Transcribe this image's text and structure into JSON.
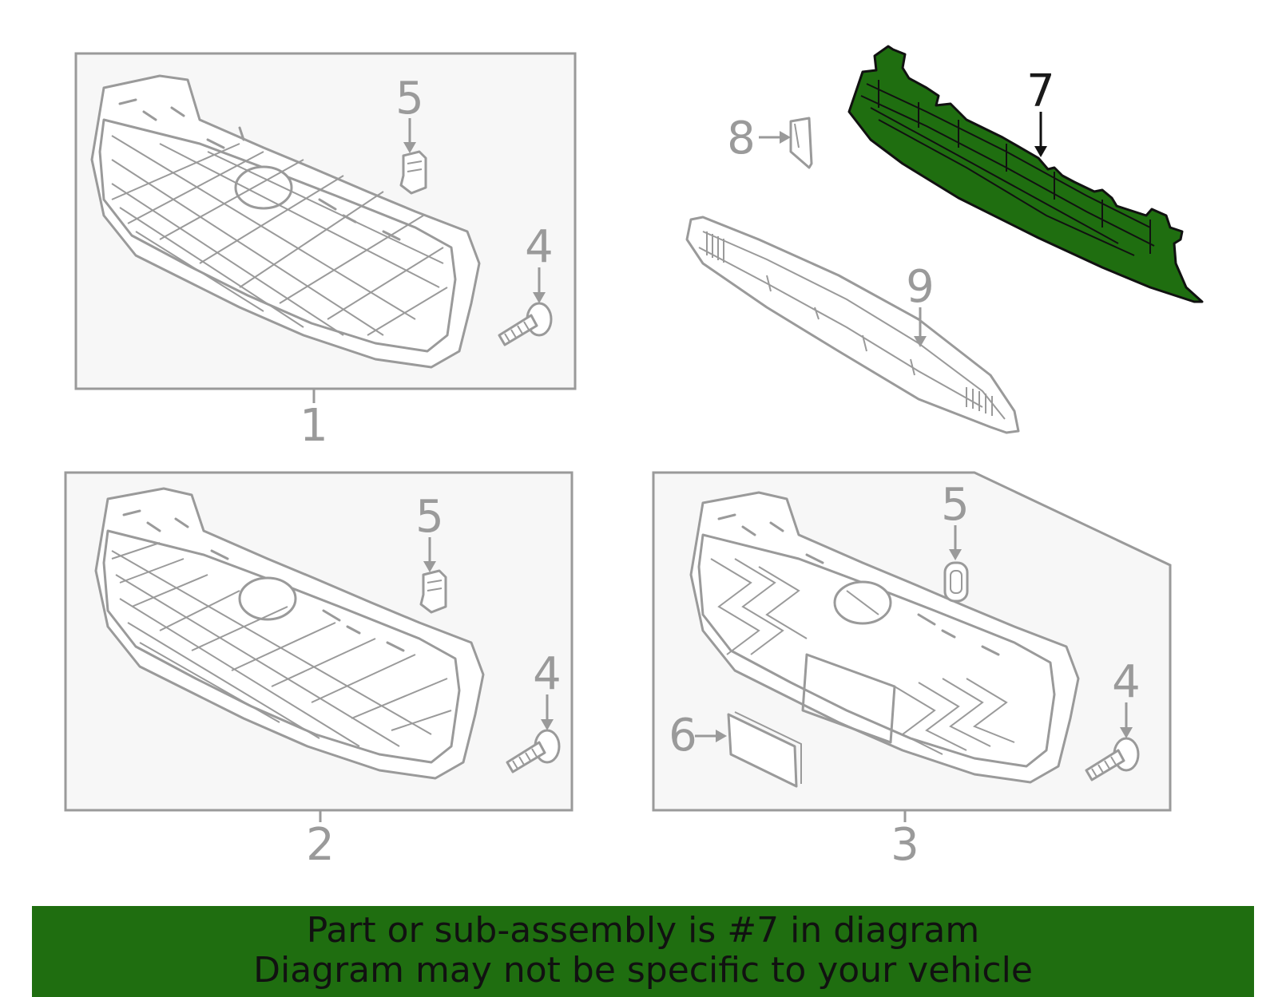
{
  "callouts": {
    "c1": "1",
    "c2": "2",
    "c3": "3",
    "c4a": "4",
    "c4b": "4",
    "c4c": "4",
    "c5a": "5",
    "c5b": "5",
    "c5c": "5",
    "c6": "6",
    "c7": "7",
    "c8": "8",
    "c9": "9"
  },
  "highlight": {
    "part_number": "7",
    "color": "#1f6e10"
  },
  "banner": {
    "line1": "Part or sub-assembly is #7 in diagram",
    "line2": "Diagram may not be specific to your vehicle",
    "color": "#1f6e10"
  },
  "colors": {
    "line": "#9a9a9a",
    "box_fill": "#f7f7f7"
  }
}
